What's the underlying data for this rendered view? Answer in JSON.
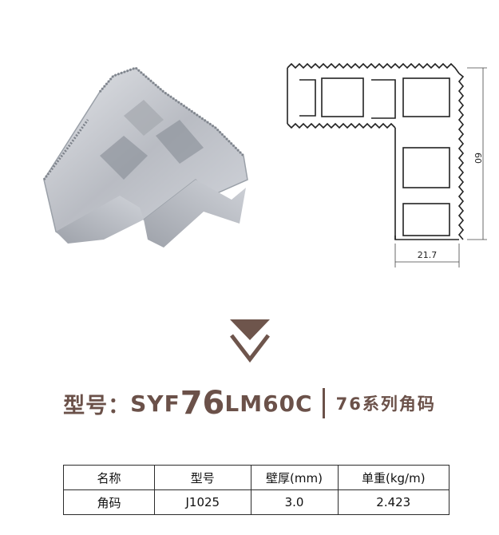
{
  "profile_drawing": {
    "height_dim": "60",
    "width_dim": "21.7"
  },
  "model": {
    "prefix": "型号：",
    "code_part1": "SYF",
    "code_part2": "76",
    "code_part3": "LM60C",
    "series_name": "76系列角码"
  },
  "spec_table": {
    "headers": [
      "名称",
      "型号",
      "壁厚(mm)",
      "单重(kg/m)"
    ],
    "rows": [
      [
        "角码",
        "J1025",
        "3.0",
        "2.423"
      ]
    ]
  },
  "colors": {
    "brand_brown": "#6b5149",
    "arrow_brown": "#6e554c"
  }
}
